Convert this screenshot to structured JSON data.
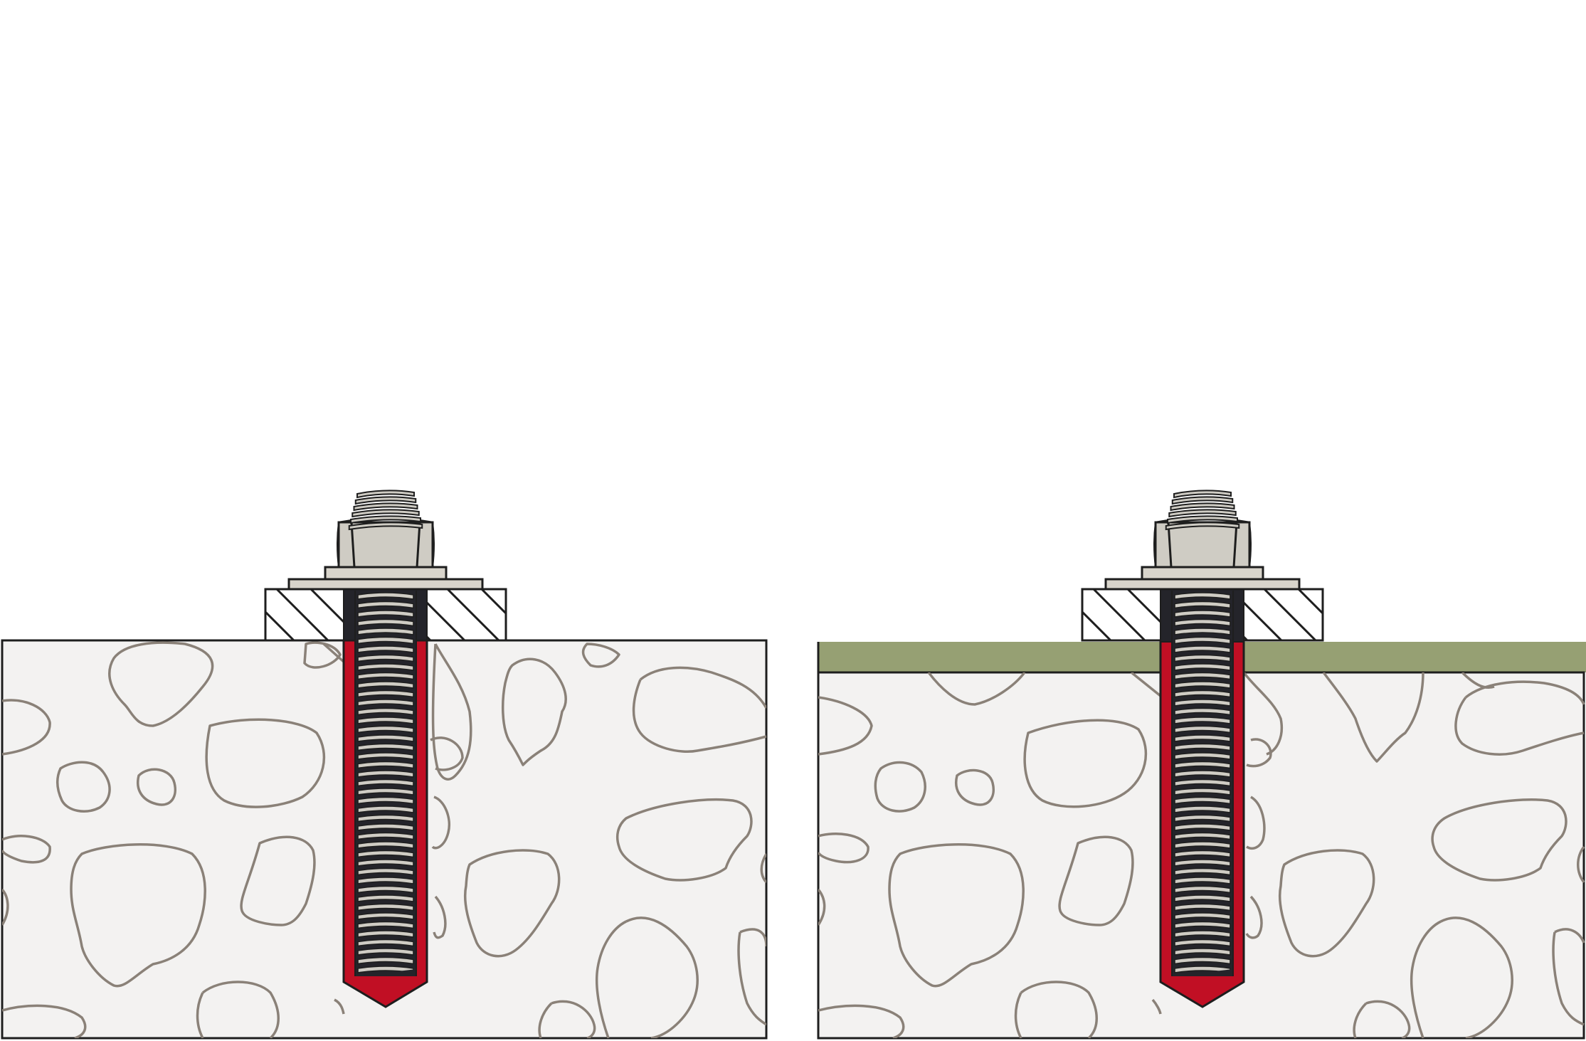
{
  "diagram": {
    "panels": [
      {
        "id": "left",
        "label": "",
        "substrate": "concrete",
        "surface_layer": false,
        "components": [
          "threaded-rod",
          "hex-nut",
          "washer",
          "fixture-plate",
          "mortar-resin",
          "drill-hole"
        ]
      },
      {
        "id": "right",
        "label": "",
        "substrate": "concrete",
        "surface_layer": true,
        "components": [
          "threaded-rod",
          "hex-nut",
          "washer",
          "fixture-plate",
          "mortar-resin",
          "drill-hole",
          "surface-coating"
        ]
      }
    ]
  },
  "colors": {
    "background": "#ffffff",
    "concrete_fill": "#f3f2f1",
    "aggregate_stroke": "#8a8178",
    "outline": "#1e1e1e",
    "mortar_red": "#c10f24",
    "rod_gray": "#cfccc4",
    "steel_light": "#d8d4cb",
    "hole_dark": "#24242a",
    "coating_green": "#96a073"
  },
  "icons": {
    "rod": "threaded-rod-icon",
    "nut": "hex-nut-icon",
    "washer": "washer-icon"
  }
}
